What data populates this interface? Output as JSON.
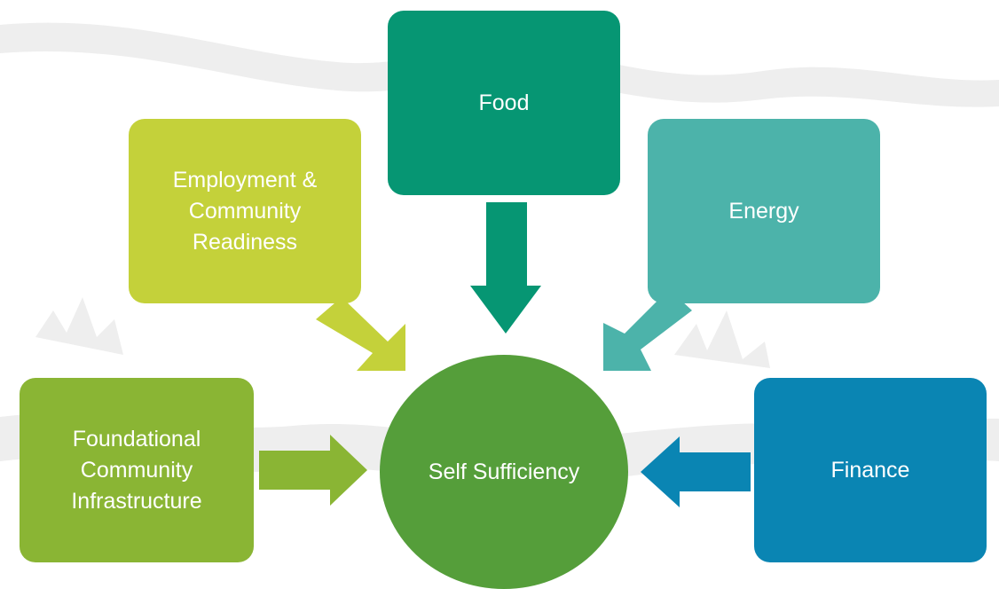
{
  "center": {
    "label": "Self Sufficiency",
    "color": "#559e3a"
  },
  "nodes": {
    "food": {
      "label": "Food",
      "color": "#069673"
    },
    "employment": {
      "label": "Employment &\nCommunity\nReadiness",
      "color": "#c4d13a"
    },
    "energy": {
      "label": "Energy",
      "color": "#4cb3aa"
    },
    "foundational": {
      "label": "Foundational\nCommunity\nInfrastructure",
      "color": "#8ab534"
    },
    "finance": {
      "label": "Finance",
      "color": "#0a85b3"
    }
  }
}
